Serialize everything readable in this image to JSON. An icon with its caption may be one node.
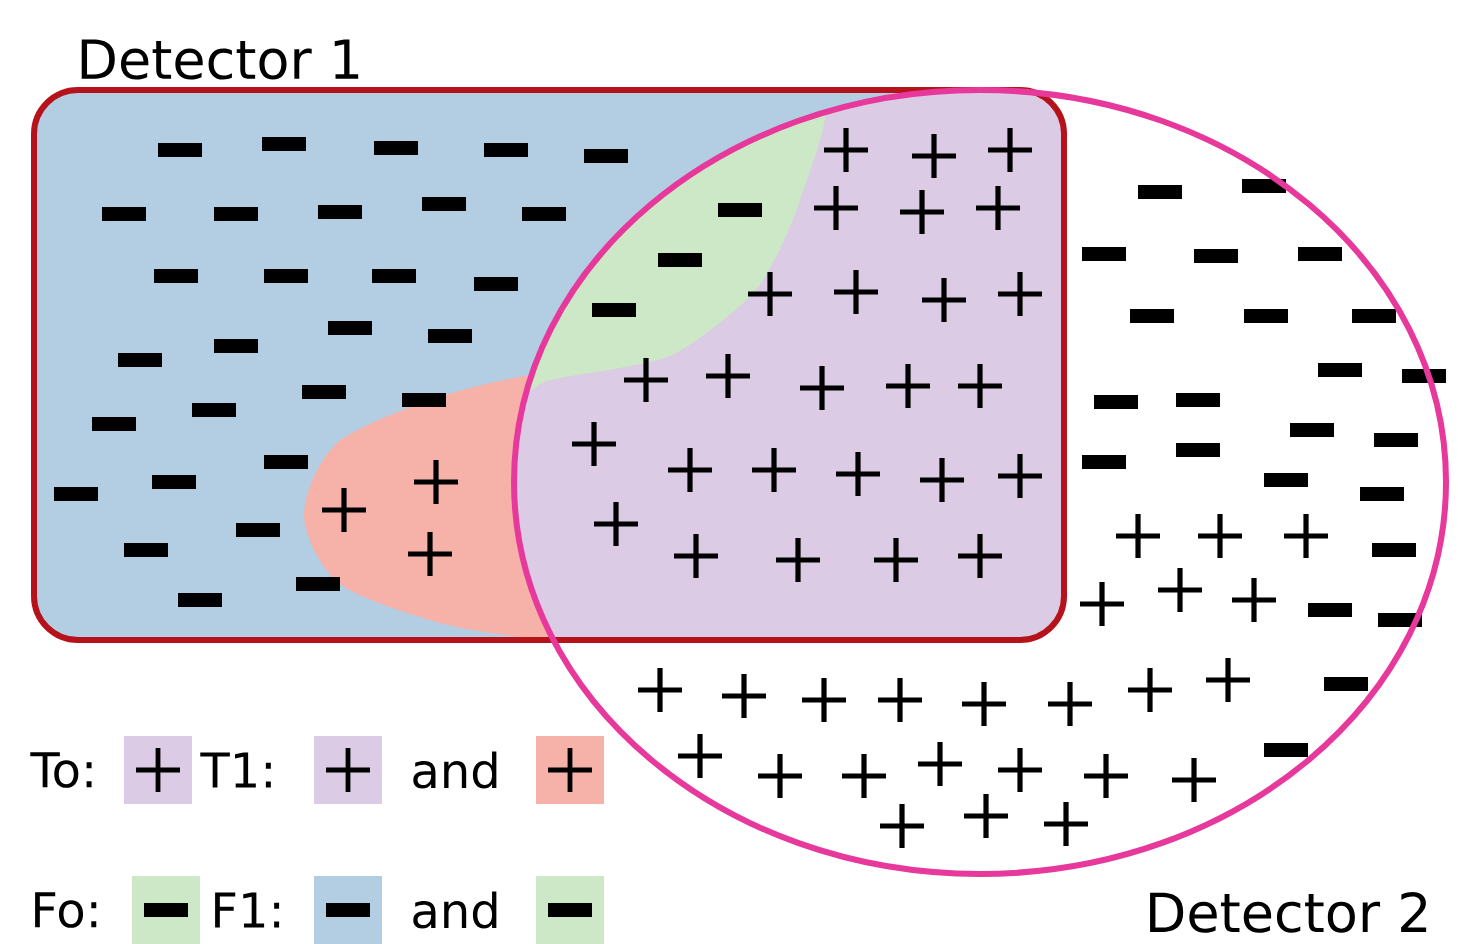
{
  "diagram": {
    "nodes": [
      {
        "text": [
          "Detector 1"
        ]
      },
      {
        "text": [
          "Detector 2"
        ]
      }
    ],
    "legend": [
      {
        "text": "To:",
        "color": "#dccbe4"
      },
      {
        "text": "T1:",
        "color": "#dccbe4"
      },
      {
        "text": "and",
        "color": "#f6b2a8"
      },
      {
        "text": "Fo:",
        "color": "#cce8c6"
      },
      {
        "text": "F1:",
        "color": "#b3cde3"
      },
      {
        "text": "and",
        "color": "#cce8c6"
      }
    ]
  }
}
